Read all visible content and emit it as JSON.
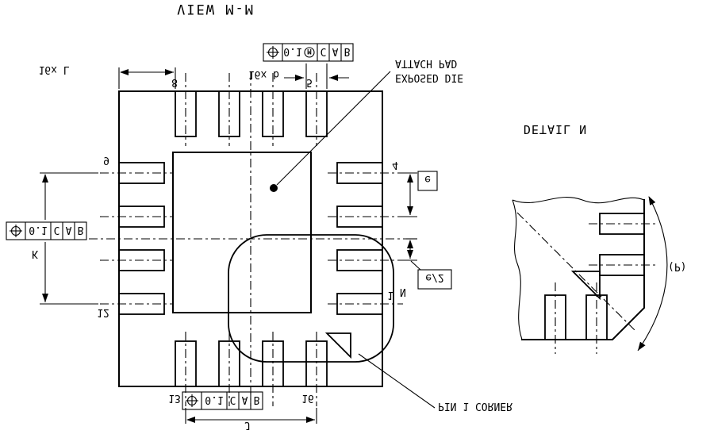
{
  "sheet": {
    "view_title": "VIEW M-M",
    "detail_title": "DETAIL N"
  },
  "dimensions": {
    "lead_length": "16x L",
    "lead_width": "16x b",
    "pitch": "e",
    "half_pitch": "e/2",
    "span_horizontal": "J",
    "span_vertical": "K",
    "chamfer_ref": "(P)"
  },
  "notes": {
    "die_pad_line1": "EXPOSED DIE",
    "die_pad_line2": "ATTACH PAD",
    "pin1_corner": "PIN 1 CORNER",
    "detail_zone": "N"
  },
  "frames": {
    "top_right": {
      "value": "0.1",
      "modifier": "M",
      "d1": "C",
      "d2": "A",
      "d3": "B"
    },
    "left": {
      "value": "0.1",
      "d1": "C",
      "d2": "A",
      "d3": "B"
    },
    "bottom": {
      "value": "0.1",
      "d1": "C",
      "d2": "A",
      "d3": "B"
    }
  },
  "pins": {
    "n1": "1",
    "n4": "4",
    "n5": "5",
    "n8": "8",
    "n9": "9",
    "n12": "12",
    "n13": "13",
    "n16": "16"
  },
  "colors": {
    "ink": "#000000",
    "paper": "#ffffff"
  }
}
